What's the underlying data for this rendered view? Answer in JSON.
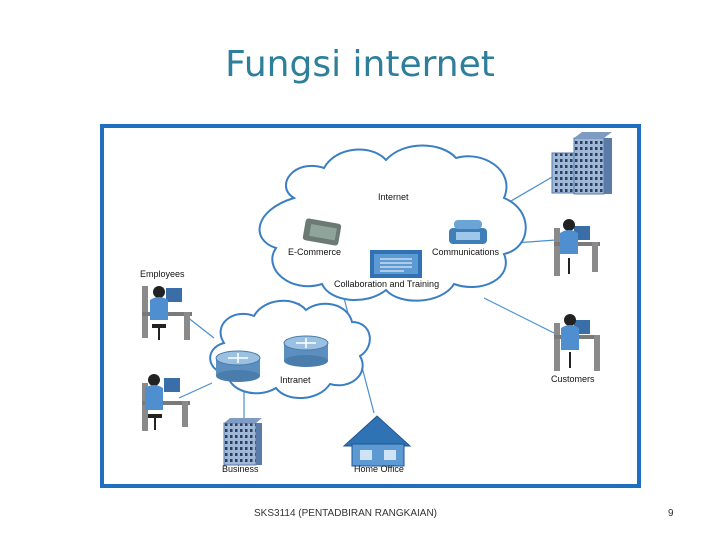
{
  "slide": {
    "title": "Fungsi internet",
    "footer": "SKS3114 (PENTADBIRAN RANGKAIAN)",
    "page_number": "9"
  },
  "diagram": {
    "internet_label": "Internet",
    "ecommerce_label": "E-Commerce",
    "communications_label": "Communications",
    "collaboration_label": "Collaboration and Training",
    "intranet_label": "Intranet",
    "employees_label": "Employees",
    "business_label": "Business",
    "home_office_label": "Home Office",
    "customers_label": "Customers"
  },
  "colors": {
    "title": "#2e7f9c",
    "frame": "#1e6fbf",
    "cloud_stroke": "#3a7fc4",
    "link_line": "#4a8fcf"
  }
}
